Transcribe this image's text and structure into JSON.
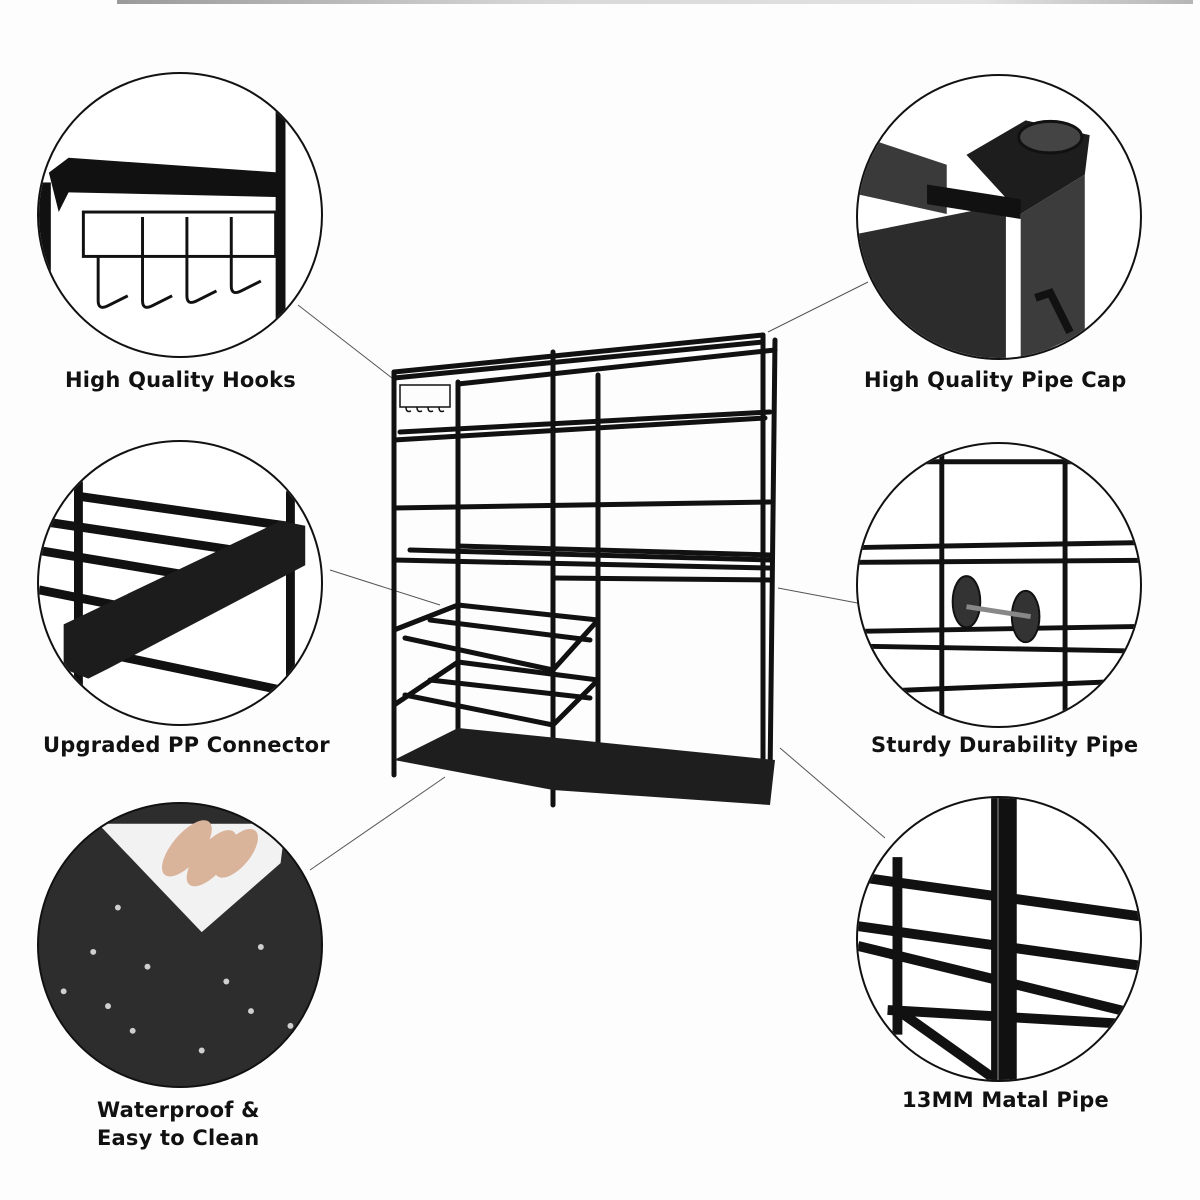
{
  "features": [
    {
      "id": "hooks",
      "label": "High Quality Hooks",
      "side": "left",
      "row": 1
    },
    {
      "id": "pipe-cap",
      "label": "High Quality Pipe Cap",
      "side": "right",
      "row": 1
    },
    {
      "id": "pp-connector",
      "label": "Upgraded PP Connector",
      "side": "left",
      "row": 2
    },
    {
      "id": "durability-pipe",
      "label": "Sturdy Durability Pipe",
      "side": "right",
      "row": 2
    },
    {
      "id": "waterproof",
      "label_line1": "Waterproof &",
      "label_line2": "Easy to Clean",
      "side": "left",
      "row": 3
    },
    {
      "id": "metal-pipe",
      "label": "13MM Matal Pipe",
      "side": "right",
      "row": 3
    }
  ],
  "colors": {
    "frame": "#111111",
    "background": "#fdfdfd",
    "fabric": "#1e1e1e",
    "leader": "#555555"
  }
}
